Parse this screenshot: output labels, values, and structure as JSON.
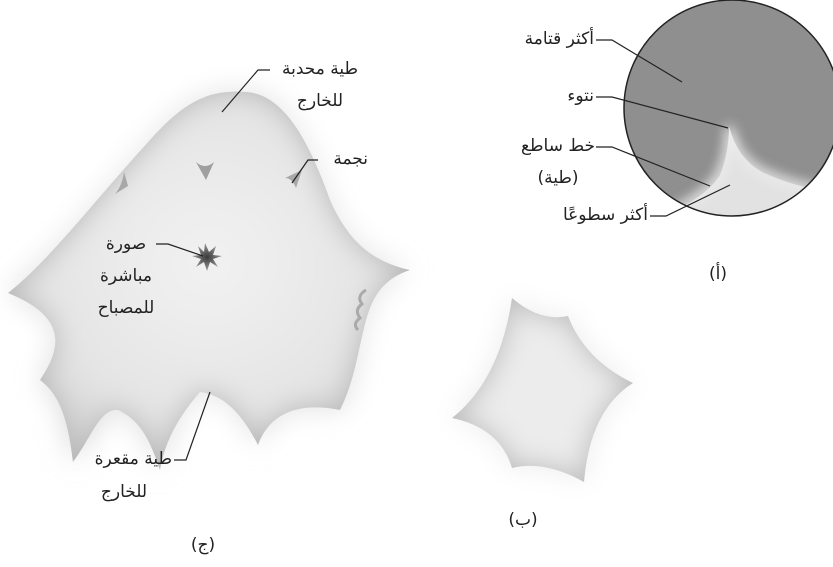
{
  "figure_a": {
    "label": "(أ)",
    "darker": "أكثر قتامة",
    "cusp": "نتوء",
    "bright_line_1": "خط ساطع",
    "bright_line_2": "(طية)",
    "brighter": "أكثر سطوعًا"
  },
  "figure_b": {
    "label": "(ب)"
  },
  "figure_c": {
    "label": "(ج)",
    "convex_fold_1": "طية محدبة",
    "convex_fold_2": "للخارج",
    "star": "نجمة",
    "lamp_image_1": "صورة",
    "lamp_image_2": "مباشرة",
    "lamp_image_3": "للمصباح",
    "concave_fold_1": "طية مقعرة",
    "concave_fold_2": "للخارج"
  },
  "colors": {
    "dark_region": "#8f8f8f",
    "bright_region": "#e2e2e2",
    "caustic_fill": "#d9d9d9",
    "caustic_edge": "#9a9a9a",
    "leader_line": "#222222"
  }
}
